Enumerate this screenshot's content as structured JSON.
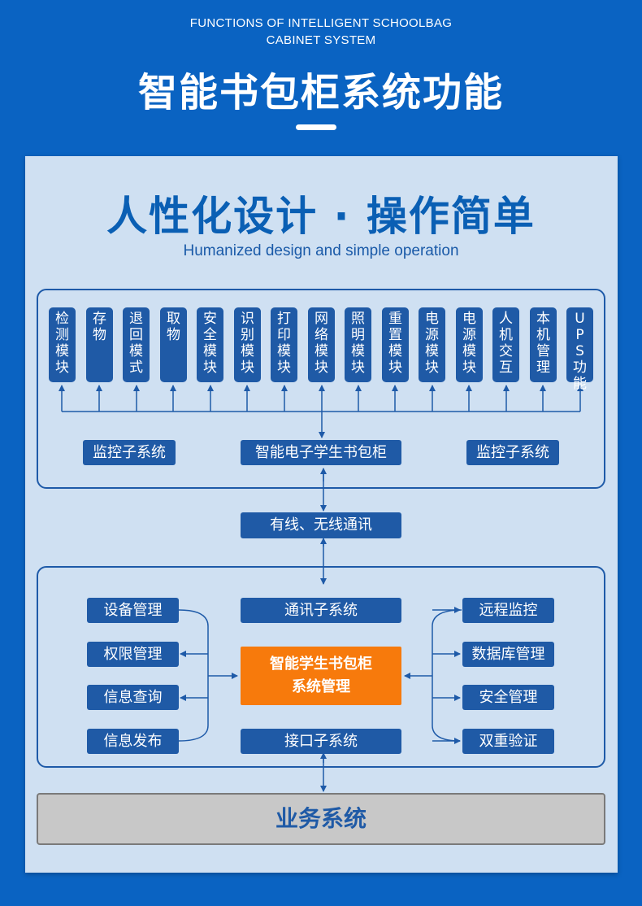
{
  "header": {
    "en_title_line1": "FUNCTIONS OF INTELLIGENT SCHOOLBAG",
    "en_title_line2": "CABINET SYSTEM",
    "cn_title": "智能书包柜系统功能"
  },
  "panel": {
    "headline": "人性化设计 · 操作简单",
    "subline": "Humanized design and simple operation"
  },
  "modules": [
    "检测模块",
    "存 物",
    "退回模式",
    "取 物",
    "安全模块",
    "识别模块",
    "打印模块",
    "网络模块",
    "照明模块",
    "重置模块",
    "电源模块",
    "电源模块",
    "人机交互",
    "本机管理",
    "UPS功能"
  ],
  "top_group": {
    "left_label": "监控子系统",
    "center_label": "智能电子学生书包柜",
    "right_label": "监控子系统"
  },
  "comm_label": "有线、无线通讯",
  "bottom_group": {
    "left_items": [
      "设备管理",
      "权限管理",
      "信息查询",
      "信息发布"
    ],
    "center_top": "通讯子系统",
    "core_line1": "智能学生书包柜",
    "core_line2": "系统管理",
    "center_bottom": "接口子系统",
    "right_items": [
      "远程监控",
      "数据库管理",
      "安全管理",
      "双重验证"
    ]
  },
  "business_label": "业务系统",
  "colors": {
    "background": "#0a63c2",
    "panel": "#cfe0f2",
    "box": "#1f5aa6",
    "core": "#f77a0c",
    "business": "#c8c8c8"
  }
}
